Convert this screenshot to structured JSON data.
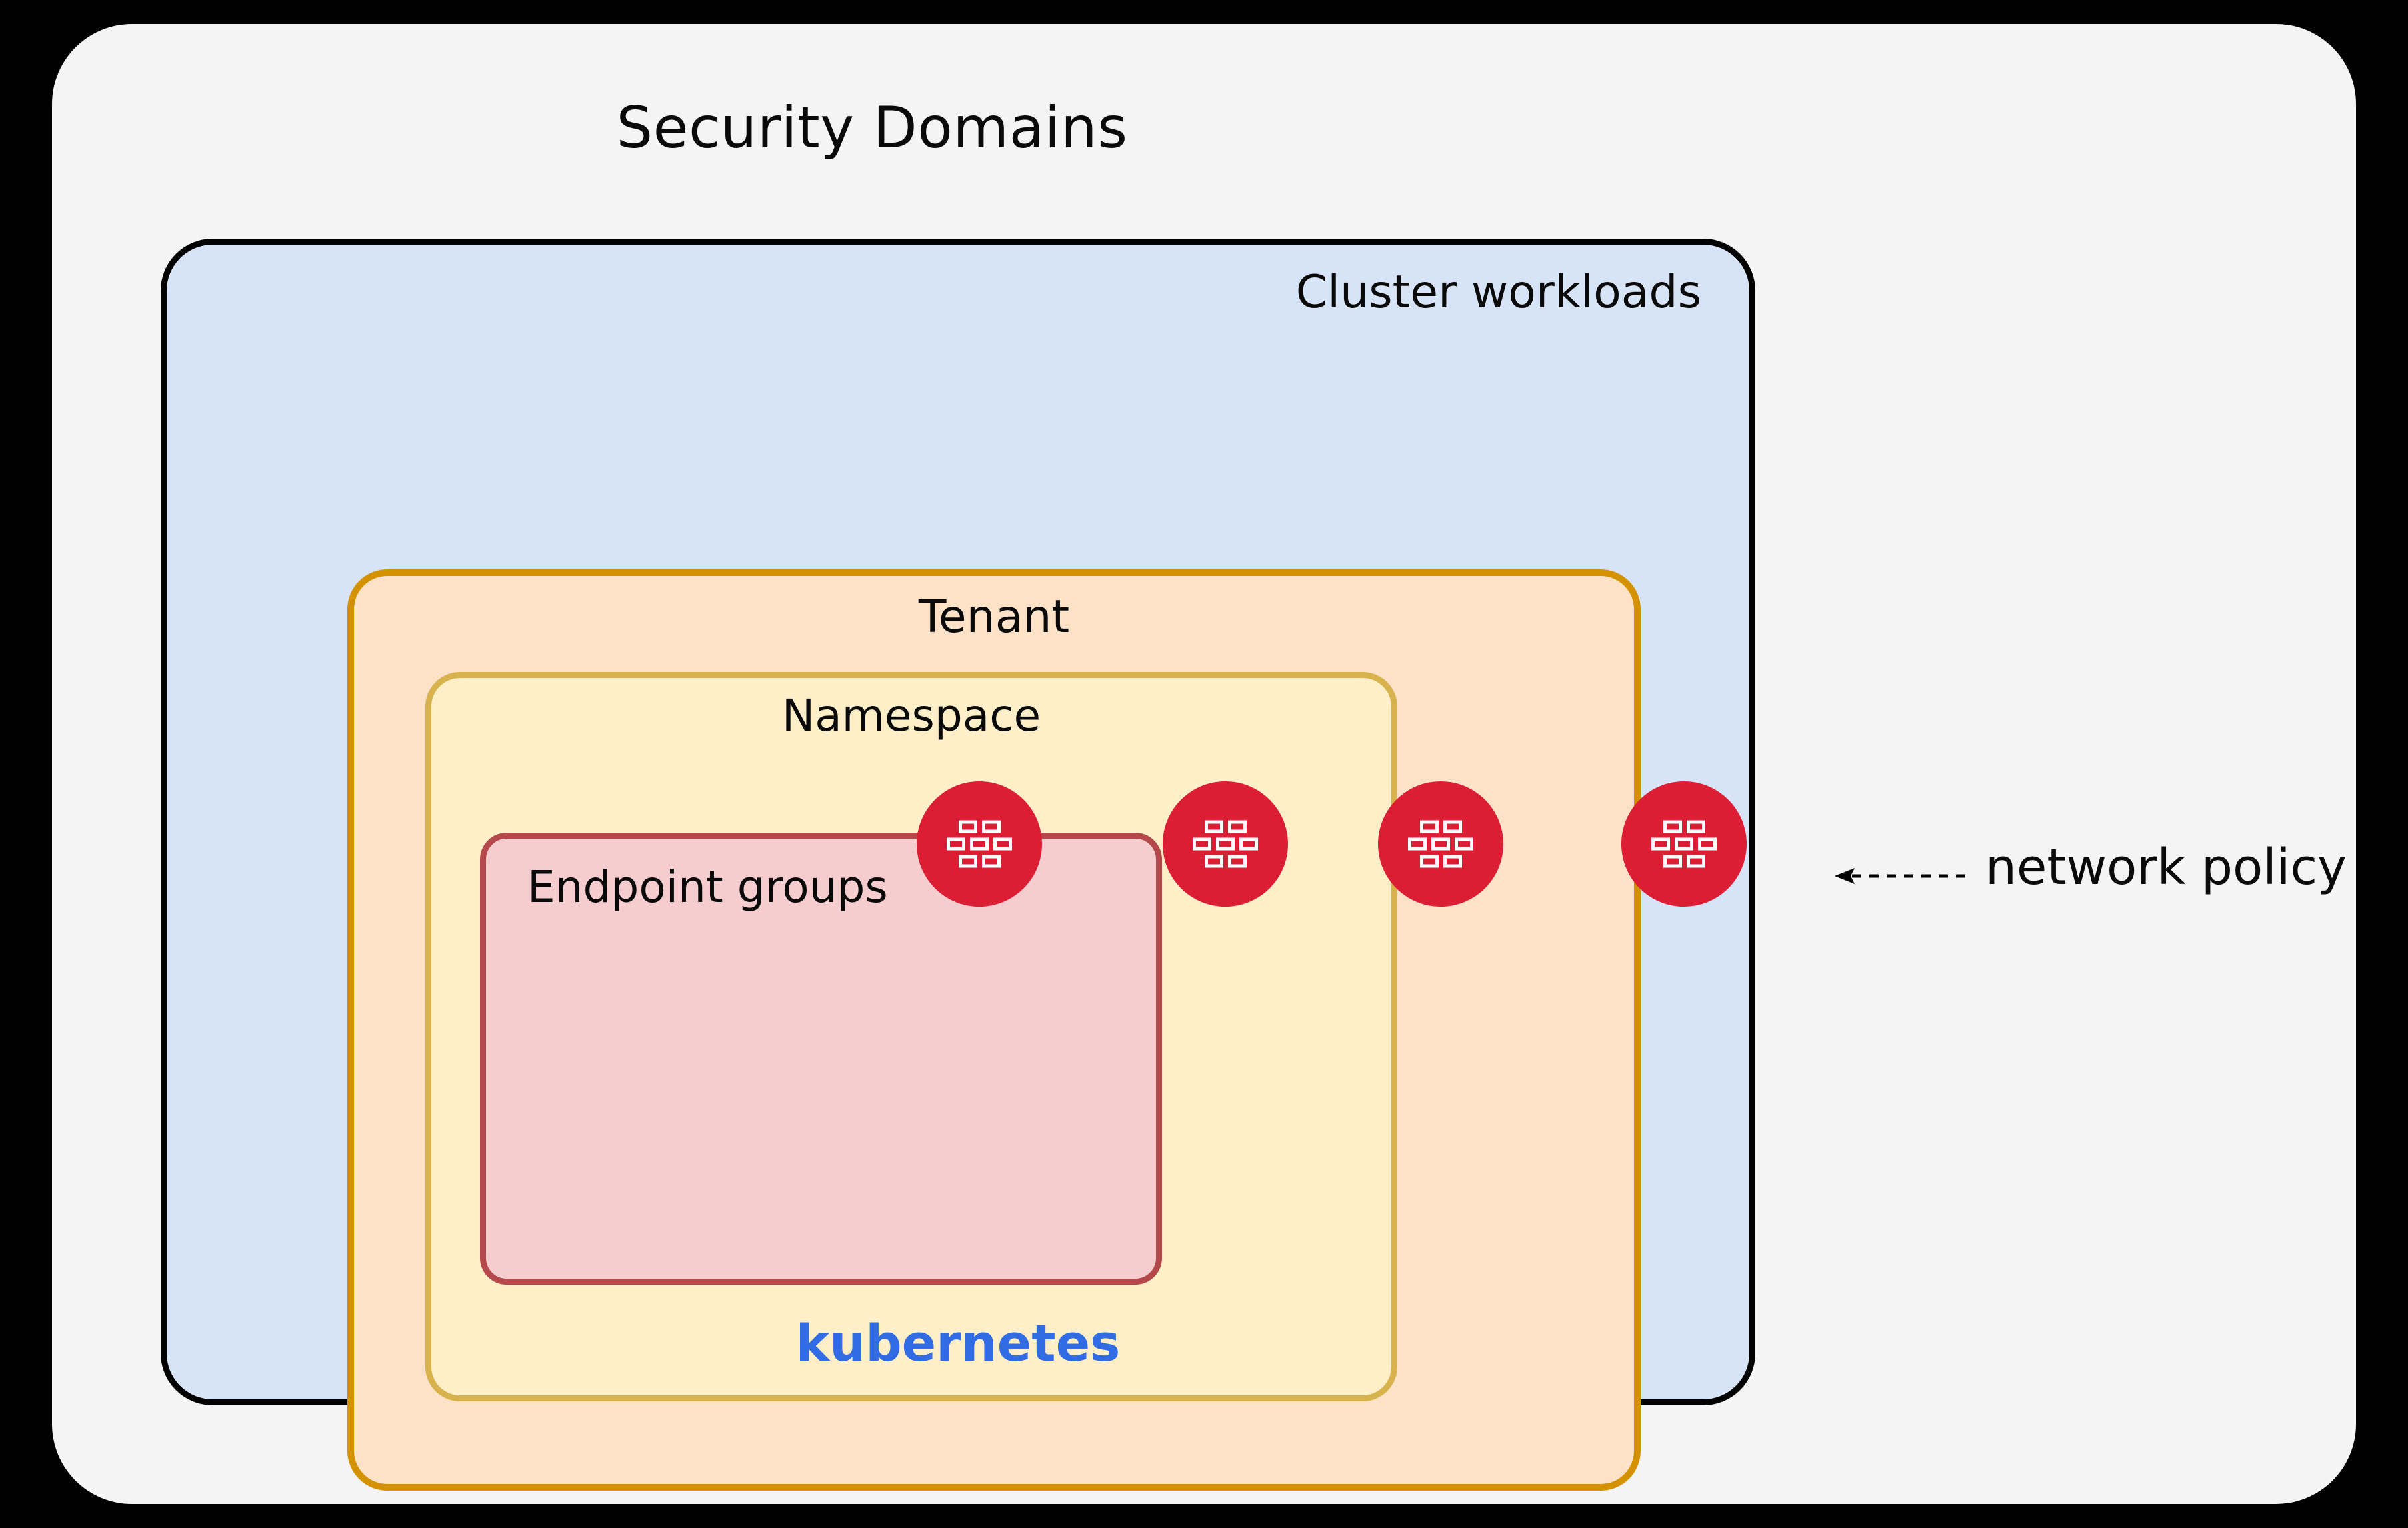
{
  "diagram": {
    "title": "Security Domains",
    "background_color": "#000000",
    "panel_color": "#F4F4F4"
  },
  "cluster": {
    "label": "Cluster workloads",
    "platform_label": "kubernetes",
    "fill_color": "#D7E4F8",
    "border_color": "#000000",
    "platform_color": "#326CE5"
  },
  "tenant": {
    "label": "Tenant",
    "fill_color": "#FDE2C8",
    "border_color": "#D49100"
  },
  "namespace": {
    "label": "Namespace",
    "fill_color": "#FEEFC8",
    "border_color": "#D8B24C"
  },
  "endpoints": {
    "label": "Endpoint groups",
    "fill_color": "#F5CDCF",
    "border_color": "#B5484A"
  },
  "policies": {
    "annotation_label": "network policy",
    "icon_name": "firewall-icon",
    "icon_color": "#DC1E35",
    "markers": [
      {
        "name": "firewall-endpoint-groups-boundary"
      },
      {
        "name": "firewall-namespace-boundary"
      },
      {
        "name": "firewall-tenant-boundary"
      },
      {
        "name": "firewall-cluster-boundary"
      }
    ]
  }
}
